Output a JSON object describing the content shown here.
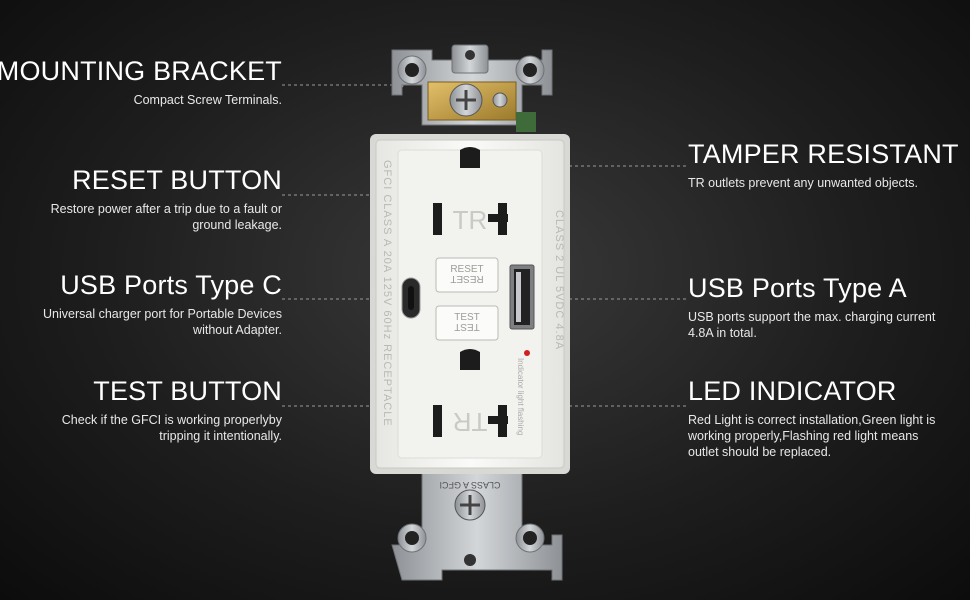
{
  "callouts": {
    "mounting_bracket": {
      "title": "MOUNTING BRACKET",
      "desc": "Compact Screw Terminals."
    },
    "reset_button": {
      "title": "RESET BUTTON",
      "desc_line1": "Restore power after a trip due to a fault or",
      "desc_line2": "ground leakage."
    },
    "usb_c": {
      "title": "USB Ports Type C",
      "desc_line1": "Universal charger port for Portable Devices",
      "desc_line2": "without Adapter."
    },
    "test_button": {
      "title": "TEST BUTTON",
      "desc_line1": "Check if the GFCI is working properlyby",
      "desc_line2": "tripping it intentionally."
    },
    "tamper_resistant": {
      "title": "TAMPER RESISTANT",
      "desc": "TR outlets prevent any unwanted objects."
    },
    "usb_a": {
      "title": "USB Ports Type A",
      "desc_line1": "USB ports support the max. charging current",
      "desc_line2": "4.8A in total."
    },
    "led_indicator": {
      "title": "LED INDICATOR",
      "desc_line1": "Red Light is correct installation,Green light is",
      "desc_line2": "working properly,Flashing red light means",
      "desc_line3": "outlet should be replaced."
    }
  },
  "device": {
    "tr_top": "TR",
    "tr_bottom": "TR",
    "reset_label_1": "RESET",
    "reset_label_2": "RESET",
    "test_label_1": "TEST",
    "test_label_2": "TEST",
    "side_left": "GFCI CLASS A  20A 125V 60Hz RECEPTACLE",
    "side_right": "CLASS 2  UL  5VDC 4.8A",
    "led_note": "Indicator light flashing",
    "bottom_plate": "CLASS A GFCI"
  },
  "colors": {
    "background": "#1e1e1e",
    "device_white": "#f4f4f2",
    "metal": "#b9bcc0",
    "brass": "#c9a24a",
    "led_red": "#d12020"
  }
}
